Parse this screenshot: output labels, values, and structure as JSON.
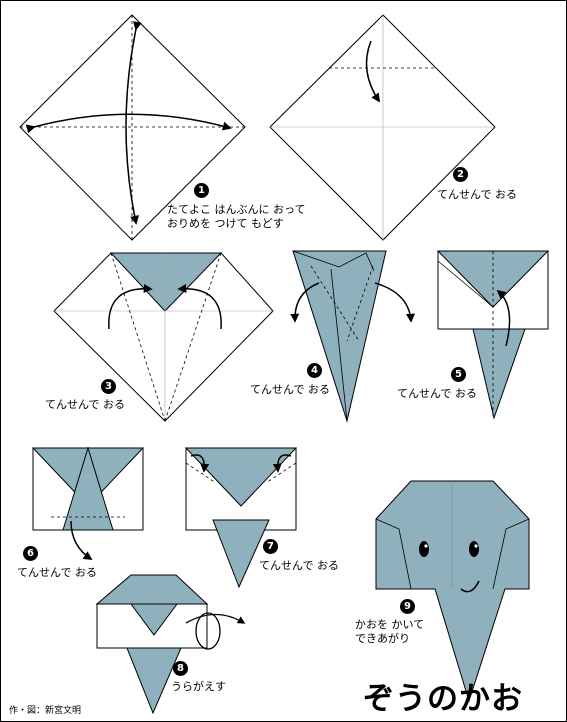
{
  "title": "ぞうのかお",
  "credit": "作・図：新宮文明",
  "colors": {
    "paper": "#ffffff",
    "fold": "#8fb0bd",
    "line": "#000000"
  },
  "steps": [
    {
      "num": "1",
      "text1": "たてよこ はんぶんに おって",
      "text2": "おりめを つけて もどす"
    },
    {
      "num": "2",
      "text1": "てんせんで おる"
    },
    {
      "num": "3",
      "text1": "てんせんで おる"
    },
    {
      "num": "4",
      "text1": "てんせんで おる"
    },
    {
      "num": "5",
      "text1": "てんせんで おる"
    },
    {
      "num": "6",
      "text1": "てんせんで おる"
    },
    {
      "num": "7",
      "text1": "てんせんで おる"
    },
    {
      "num": "8",
      "text1": "うらがえす"
    },
    {
      "num": "9",
      "text1": "かおを かいて",
      "text2": "できあがり"
    }
  ]
}
